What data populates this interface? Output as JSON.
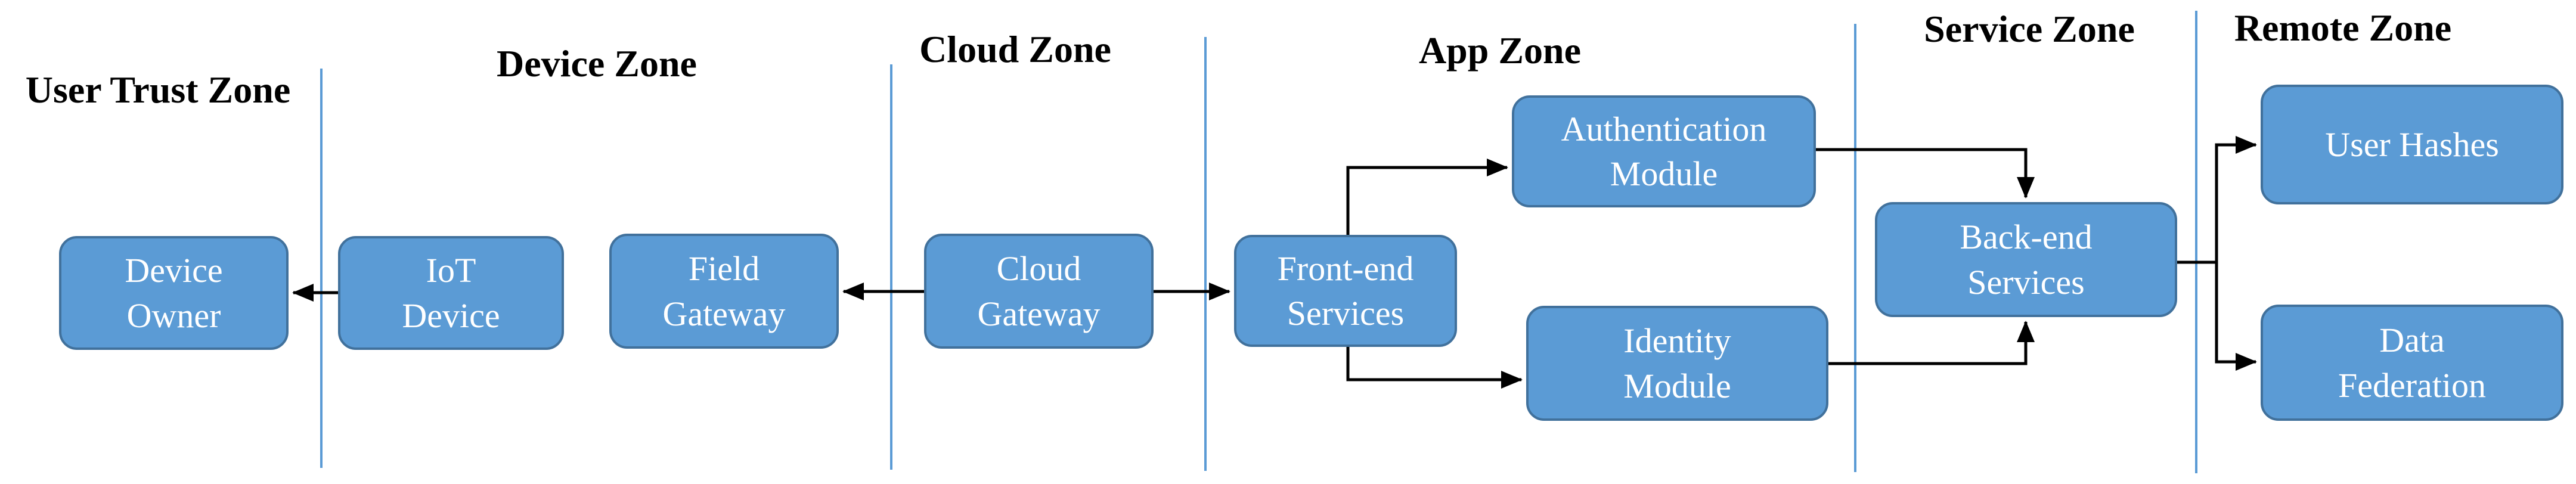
{
  "title": "IoT security architecture trust zones diagram",
  "colors": {
    "background": "#ffffff",
    "node_fill": "#5b9bd5",
    "node_border": "#41719c",
    "node_text": "#ffffff",
    "zone_divider": "#5b9bd5",
    "zone_label_text": "#000000",
    "arrow": "#000000"
  },
  "zones": [
    {
      "label": "User Trust Zone",
      "contains": [
        "Device Owner"
      ]
    },
    {
      "label": "Device Zone",
      "contains": [
        "IoT Device",
        "Field Gateway"
      ]
    },
    {
      "label": "Cloud Zone",
      "contains": [
        "Cloud Gateway"
      ]
    },
    {
      "label": "App Zone",
      "contains": [
        "Front-end Services",
        "Authentication Module",
        "Identity Module"
      ]
    },
    {
      "label": "Service Zone",
      "contains": [
        "Back-end Services"
      ]
    },
    {
      "label": "Remote Zone",
      "contains": [
        "User Hashes",
        "Data Federation"
      ]
    }
  ],
  "nodes": [
    {
      "id": "device-owner",
      "line1": "Device",
      "line2": "Owner"
    },
    {
      "id": "iot-device",
      "line1": "IoT",
      "line2": "Device"
    },
    {
      "id": "field-gateway",
      "line1": "Field",
      "line2": "Gateway"
    },
    {
      "id": "cloud-gateway",
      "line1": "Cloud",
      "line2": "Gateway"
    },
    {
      "id": "front-end-services",
      "line1": "Front-end",
      "line2": "Services"
    },
    {
      "id": "authentication-module",
      "line1": "Authentication",
      "line2": "Module"
    },
    {
      "id": "identity-module",
      "line1": "Identity",
      "line2": "Module"
    },
    {
      "id": "back-end-services",
      "line1": "Back-end",
      "line2": "Services"
    },
    {
      "id": "user-hashes",
      "line1": "User Hashes",
      "line2": ""
    },
    {
      "id": "data-federation",
      "line1": "Data",
      "line2": "Federation"
    }
  ],
  "edges": [
    {
      "from": "iot-device",
      "to": "device-owner"
    },
    {
      "from": "cloud-gateway",
      "to": "field-gateway"
    },
    {
      "from": "cloud-gateway",
      "to": "front-end-services"
    },
    {
      "from": "front-end-services",
      "to": "authentication-module"
    },
    {
      "from": "front-end-services",
      "to": "identity-module"
    },
    {
      "from": "authentication-module",
      "to": "back-end-services"
    },
    {
      "from": "identity-module",
      "to": "back-end-services"
    },
    {
      "from": "back-end-services",
      "to": "user-hashes"
    },
    {
      "from": "back-end-services",
      "to": "data-federation"
    }
  ]
}
